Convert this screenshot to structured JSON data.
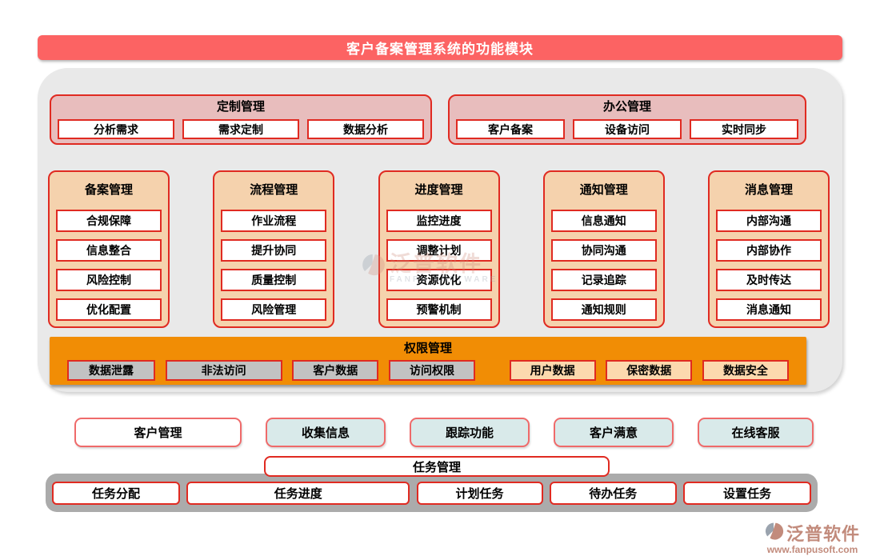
{
  "title": "客户备案管理系统的功能模块",
  "colors": {
    "banner": "#fc6363",
    "red": "#e02a21",
    "pinkred": "#ef6a6a",
    "pink": "#e8bdbd",
    "peach": "#f5d2ad",
    "orange": "#f18d05",
    "item_gray": "#c2c2c2",
    "item_peach": "#fcd9ae",
    "blue": "#d9eaea",
    "bar_gray": "#ababab",
    "panel_gray": "#e9e9e9",
    "logo": "#c28b7c"
  },
  "top_groups": [
    {
      "title": "定制管理",
      "items": [
        "分析需求",
        "需求定制",
        "数据分析"
      ]
    },
    {
      "title": "办公管理",
      "items": [
        "客户备案",
        "设备访问",
        "实时同步"
      ]
    }
  ],
  "columns": [
    {
      "title": "备案管理",
      "items": [
        "合规保障",
        "信息整合",
        "风险控制",
        "优化配置"
      ]
    },
    {
      "title": "流程管理",
      "items": [
        "作业流程",
        "提升协同",
        "质量控制",
        "风险管理"
      ]
    },
    {
      "title": "进度管理",
      "items": [
        "监控进度",
        "调整计划",
        "资源优化",
        "预警机制"
      ]
    },
    {
      "title": "通知管理",
      "items": [
        "信息通知",
        "协同沟通",
        "记录追踪",
        "通知规则"
      ]
    },
    {
      "title": "消息管理",
      "items": [
        "内部沟通",
        "内部协作",
        "及时传达",
        "消息通知"
      ]
    }
  ],
  "permission_bar": {
    "title": "权限管理",
    "gray_items": [
      "数据泄露",
      "非法访问",
      "客户数据",
      "访问权限"
    ],
    "peach_items": [
      "用户数据",
      "保密数据",
      "数据安全"
    ]
  },
  "customer_row": {
    "white_item": "客户管理",
    "blue_items": [
      "收集信息",
      "跟踪功能",
      "客户满意",
      "在线客服"
    ]
  },
  "task_section": {
    "title": "任务管理",
    "items": [
      "任务分配",
      "任务进度",
      "计划任务",
      "待办任务",
      "设置任务"
    ]
  },
  "watermark": {
    "name": "泛普软件",
    "sub": "FANPU SOFTWARE"
  },
  "logo": {
    "name": "泛普软件",
    "url": "www.fanpusoft.com"
  }
}
